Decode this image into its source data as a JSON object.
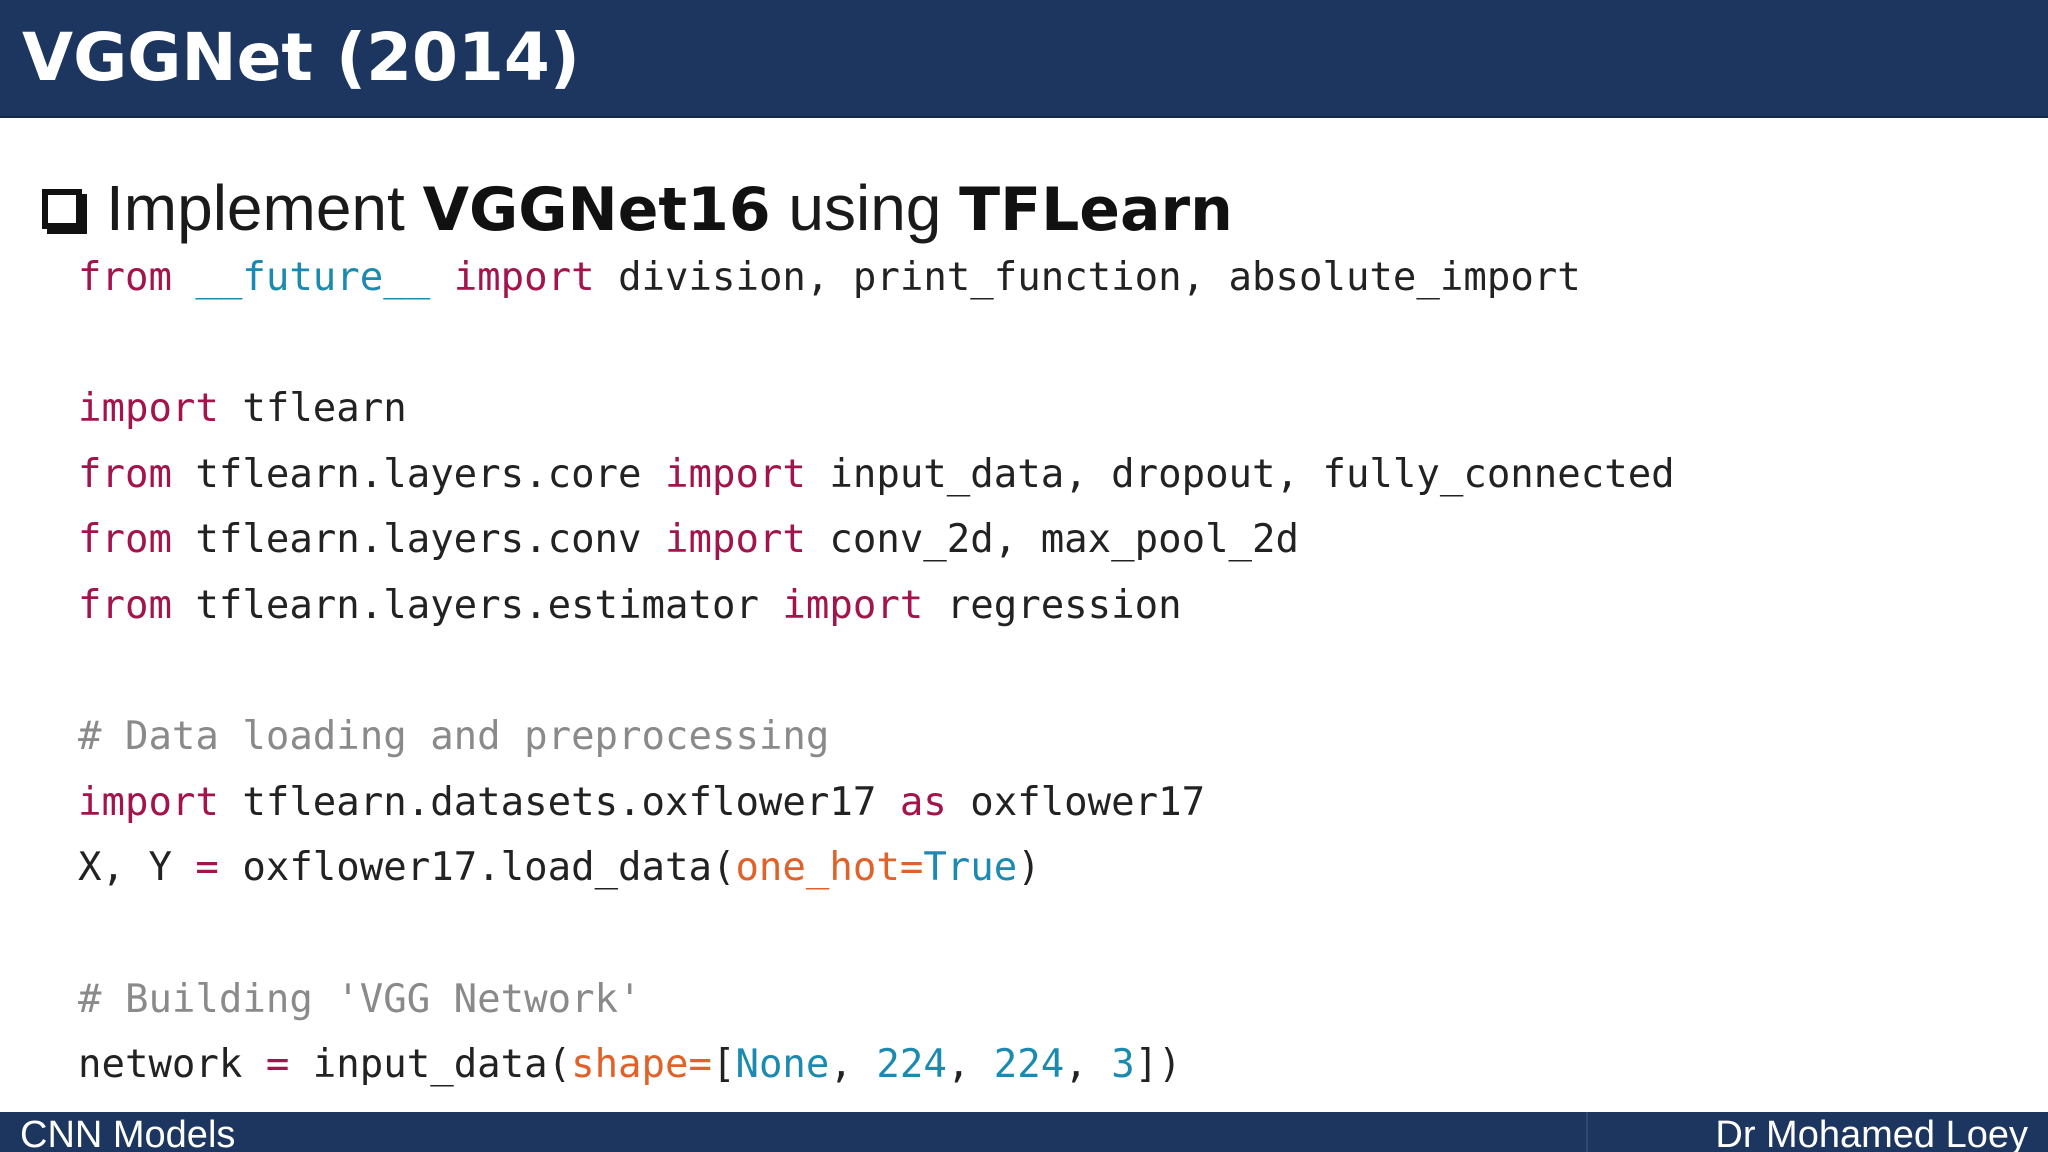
{
  "title": "VGGNet (2014)",
  "heading": {
    "part1": "Implement ",
    "part2": "VGGNet16",
    "part3": " using ",
    "part4": "TFLearn"
  },
  "code_lines": [
    [
      {
        "t": "from",
        "c": "kw"
      },
      {
        "t": " "
      },
      {
        "t": "__future__",
        "c": "val"
      },
      {
        "t": " "
      },
      {
        "t": "import",
        "c": "kw"
      },
      {
        "t": " division, print_function, absolute_import"
      }
    ],
    [],
    [
      {
        "t": "import",
        "c": "kw"
      },
      {
        "t": " tflearn"
      }
    ],
    [
      {
        "t": "from",
        "c": "kw"
      },
      {
        "t": " tflearn.layers.core "
      },
      {
        "t": "import",
        "c": "kw"
      },
      {
        "t": " input_data, dropout, fully_connected"
      }
    ],
    [
      {
        "t": "from",
        "c": "kw"
      },
      {
        "t": " tflearn.layers.conv "
      },
      {
        "t": "import",
        "c": "kw"
      },
      {
        "t": " conv_2d, max_pool_2d"
      }
    ],
    [
      {
        "t": "from",
        "c": "kw"
      },
      {
        "t": " tflearn.layers.estimator "
      },
      {
        "t": "import",
        "c": "kw"
      },
      {
        "t": " regression"
      }
    ],
    [],
    [
      {
        "t": "# Data loading and preprocessing",
        "c": "cm"
      }
    ],
    [
      {
        "t": "import",
        "c": "kw"
      },
      {
        "t": " tflearn.datasets.oxflower17 "
      },
      {
        "t": "as",
        "c": "kw"
      },
      {
        "t": " oxflower17"
      }
    ],
    [
      {
        "t": "X, Y "
      },
      {
        "t": "=",
        "c": "kw"
      },
      {
        "t": " oxflower17.load_data("
      },
      {
        "t": "one_hot",
        "c": "arg"
      },
      {
        "t": "=",
        "c": "arg"
      },
      {
        "t": "True",
        "c": "val"
      },
      {
        "t": ")"
      }
    ],
    [],
    [
      {
        "t": "# Building 'VGG Network'",
        "c": "cm"
      }
    ],
    [
      {
        "t": "network "
      },
      {
        "t": "=",
        "c": "kw"
      },
      {
        "t": " input_data("
      },
      {
        "t": "shape",
        "c": "arg"
      },
      {
        "t": "=",
        "c": "arg"
      },
      {
        "t": "["
      },
      {
        "t": "None",
        "c": "val"
      },
      {
        "t": ", "
      },
      {
        "t": "224",
        "c": "val"
      },
      {
        "t": ", "
      },
      {
        "t": "224",
        "c": "val"
      },
      {
        "t": ", "
      },
      {
        "t": "3",
        "c": "val"
      },
      {
        "t": "])"
      }
    ]
  ],
  "footer": {
    "left": "CNN Models",
    "right": "Dr Mohamed Loey"
  },
  "colors": {
    "bar": "#1c365f",
    "keyword": "#a2144b",
    "comment": "#8a8a8a",
    "argument": "#e0622a",
    "value": "#1b8ab0"
  }
}
